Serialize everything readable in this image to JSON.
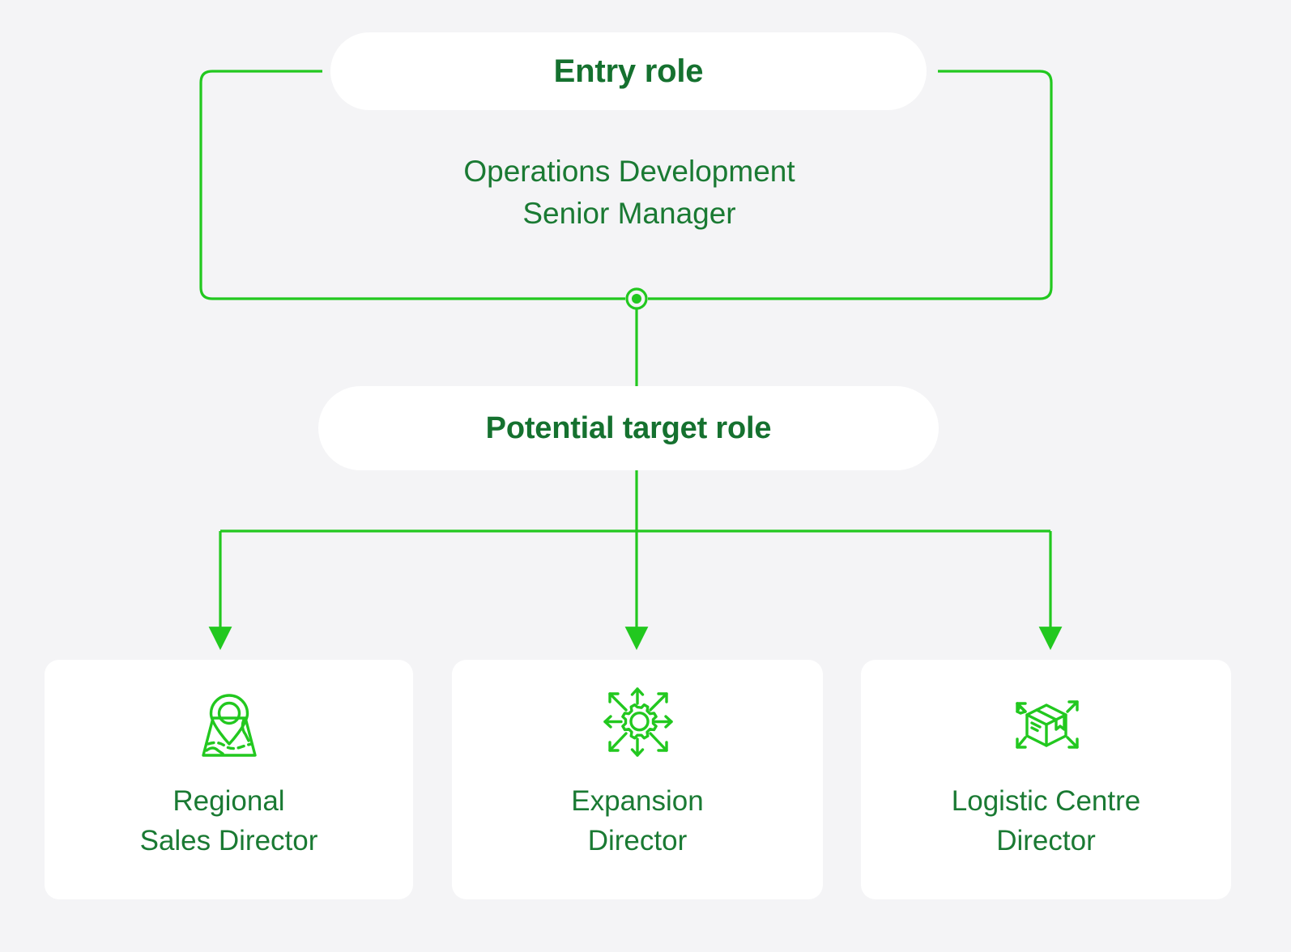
{
  "colors": {
    "background": "#f4f4f6",
    "card_background": "#ffffff",
    "accent_green": "#22c81f",
    "text_green": "#1a7a33",
    "heading_green": "#15712f"
  },
  "entry_role": {
    "pill_label": "Entry role",
    "role_title": "Operations Development\nSenior Manager"
  },
  "target_role": {
    "pill_label": "Potential target role"
  },
  "target_roles": [
    {
      "label": "Regional\nSales Director",
      "icon": "map-pin-icon"
    },
    {
      "label": "Expansion\nDirector",
      "icon": "gear-expansion-icon"
    },
    {
      "label": "Logistic Centre\nDirector",
      "icon": "package-distribution-icon"
    }
  ],
  "connectors": {
    "node_label": "branch-node",
    "arrow_count": 3
  }
}
